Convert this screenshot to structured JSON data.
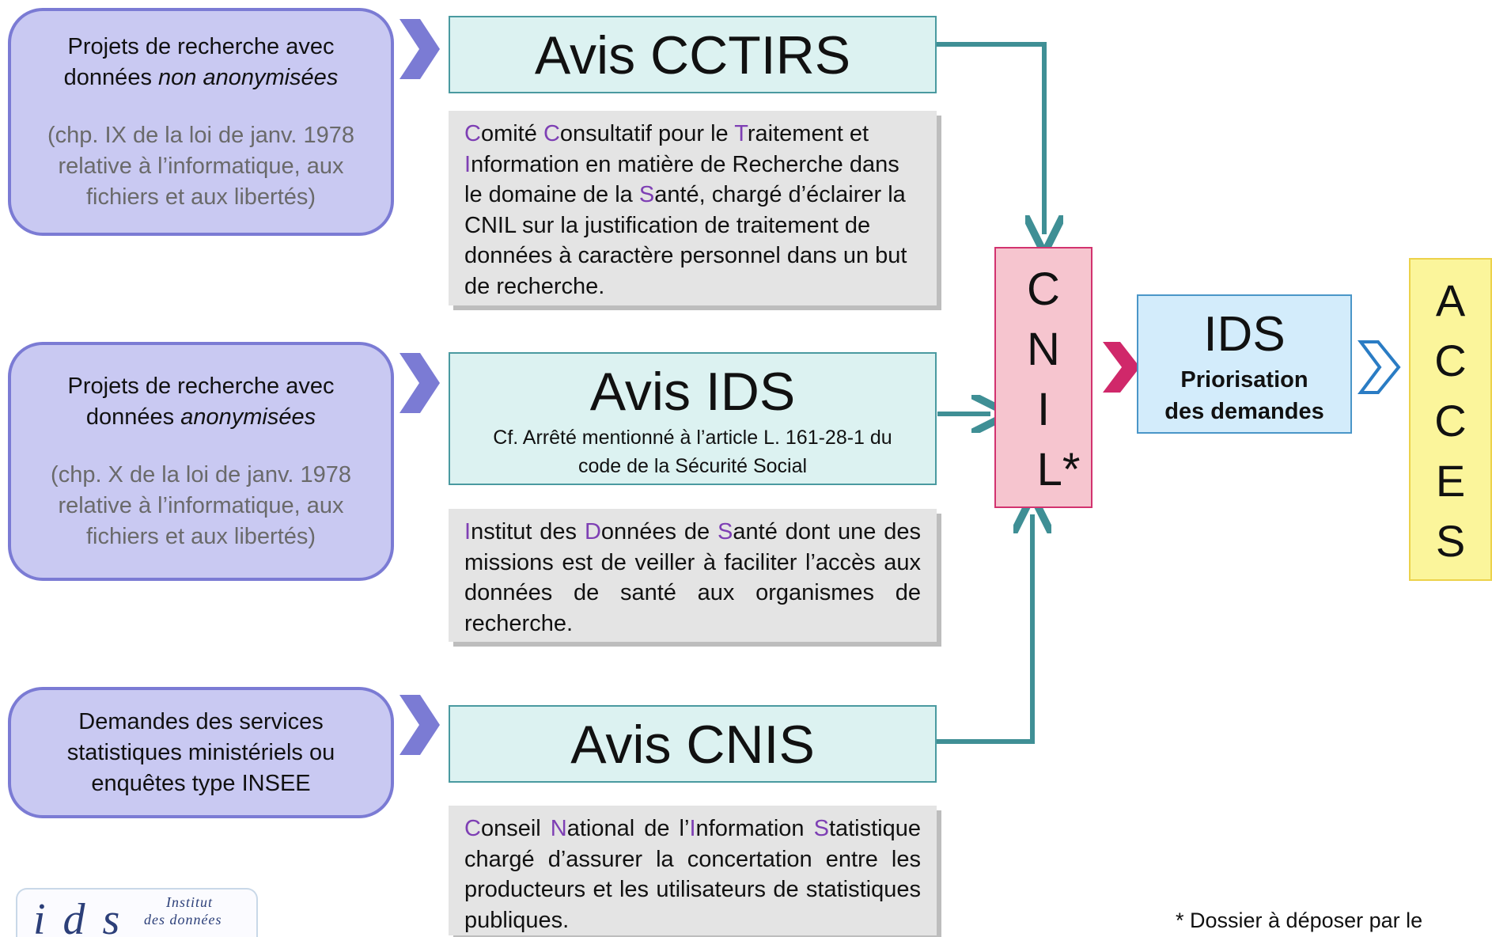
{
  "sources": [
    {
      "main_before": "Projets de recherche avec données ",
      "main_italic": "non  anonymisées",
      "legal": "(chp. IX de la loi de janv. 1978 relative à l’informatique, aux fichiers et aux libertés)"
    },
    {
      "main_before": "Projets de recherche avec données ",
      "main_italic": "anonymisées",
      "legal": "(chp. X de la loi de janv. 1978 relative à l’informatique, aux fichiers et aux libertés)"
    },
    {
      "main_before": "Demandes des services statistiques ministériels ou enquêtes type INSEE",
      "main_italic": "",
      "legal": ""
    }
  ],
  "avis": [
    {
      "title": "Avis CCTIRS",
      "sub": ""
    },
    {
      "title": "Avis IDS",
      "sub": "Cf. Arrêté mentionné à l’article L. 161-28-1 du code de la Sécurité Social"
    },
    {
      "title": "Avis CNIS",
      "sub": ""
    }
  ],
  "descriptions": {
    "cctirs": [
      {
        "t": "C",
        "h": true
      },
      {
        "t": "omité ",
        "h": false
      },
      {
        "t": "C",
        "h": true
      },
      {
        "t": "onsultatif pour le ",
        "h": false
      },
      {
        "t": "T",
        "h": true
      },
      {
        "t": "raitement et ",
        "h": false
      },
      {
        "t": "I",
        "h": true
      },
      {
        "t": "nformation en matière de Recherche dans le domaine de la ",
        "h": false
      },
      {
        "t": "S",
        "h": true
      },
      {
        "t": "anté, chargé d’éclairer la CNIL sur la justification de traitement de données à caractère personnel dans un but de recherche.",
        "h": false
      }
    ],
    "ids": [
      {
        "t": "I",
        "h": true
      },
      {
        "t": "nstitut des ",
        "h": false
      },
      {
        "t": "D",
        "h": true
      },
      {
        "t": "onnées de ",
        "h": false
      },
      {
        "t": "S",
        "h": true
      },
      {
        "t": "anté dont une des missions est de veiller à faciliter l’accès aux données de santé aux organismes de recherche.",
        "h": false
      }
    ],
    "cnis": [
      {
        "t": "C",
        "h": true
      },
      {
        "t": "onseil ",
        "h": false
      },
      {
        "t": "N",
        "h": true
      },
      {
        "t": "ational de l’",
        "h": false
      },
      {
        "t": "I",
        "h": true
      },
      {
        "t": "nformation ",
        "h": false
      },
      {
        "t": "S",
        "h": true
      },
      {
        "t": "tatistique chargé d’assurer la concertation entre les producteurs et les utilisateurs de statistiques publiques.",
        "h": false
      }
    ]
  },
  "cnil": {
    "letters": [
      "C",
      "N",
      "I",
      "L*"
    ]
  },
  "ids_box": {
    "title": "IDS",
    "bold_line1": "Priorisation",
    "bold_line2": "des demandes"
  },
  "acces": {
    "letters": [
      "A",
      "C",
      "C",
      "E",
      "S"
    ]
  },
  "footnote": "* Dossier à déposer par le",
  "logo": {
    "line1": "Institut",
    "line2": "des données",
    "mark": "ids"
  },
  "colors": {
    "source_fill": "#c9c9f2",
    "source_border": "#7b7bd4",
    "avis_fill": "#dcf2f1",
    "connector": "#3f8f95",
    "cnil_fill": "#f6c5cf",
    "cnil_chevron": "#d0286a",
    "ids_fill": "#d3ecfb",
    "ids_chevron": "#2a7cc4",
    "acces_fill": "#fbf59b",
    "highlight_letter": "#7e3fb4"
  }
}
